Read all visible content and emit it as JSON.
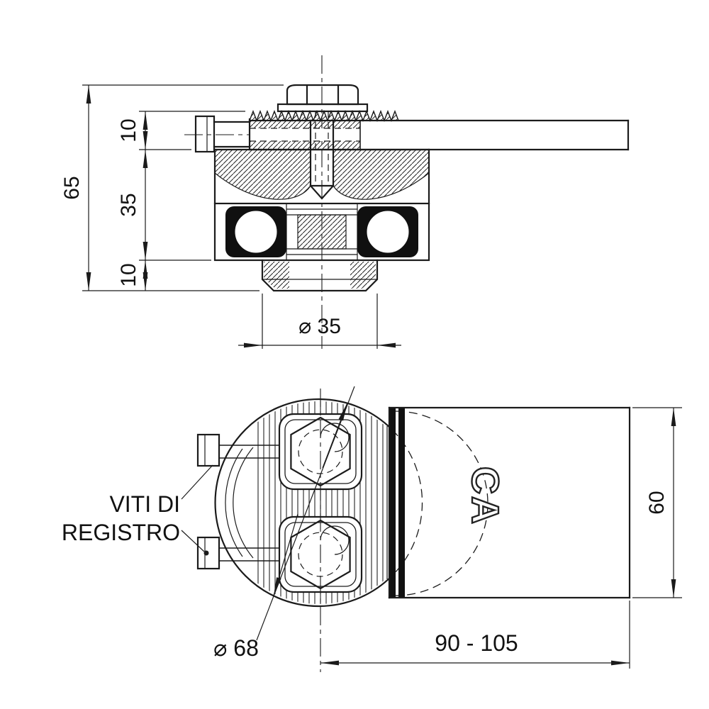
{
  "page": {
    "background": "#ffffff",
    "line_color": "#1b1b1b"
  },
  "side_view": {
    "dims": {
      "height_total": "65",
      "height_top": "10",
      "height_mid": "35",
      "height_bottom": "10",
      "diameter_pin": "⌀ 35"
    }
  },
  "plan_view": {
    "label_line1": "VITI DI",
    "label_line2": "REGISTRO",
    "dims": {
      "diameter_body": "⌀ 68",
      "length_range": "90 - 105",
      "width": "60"
    },
    "logo": "CA"
  }
}
